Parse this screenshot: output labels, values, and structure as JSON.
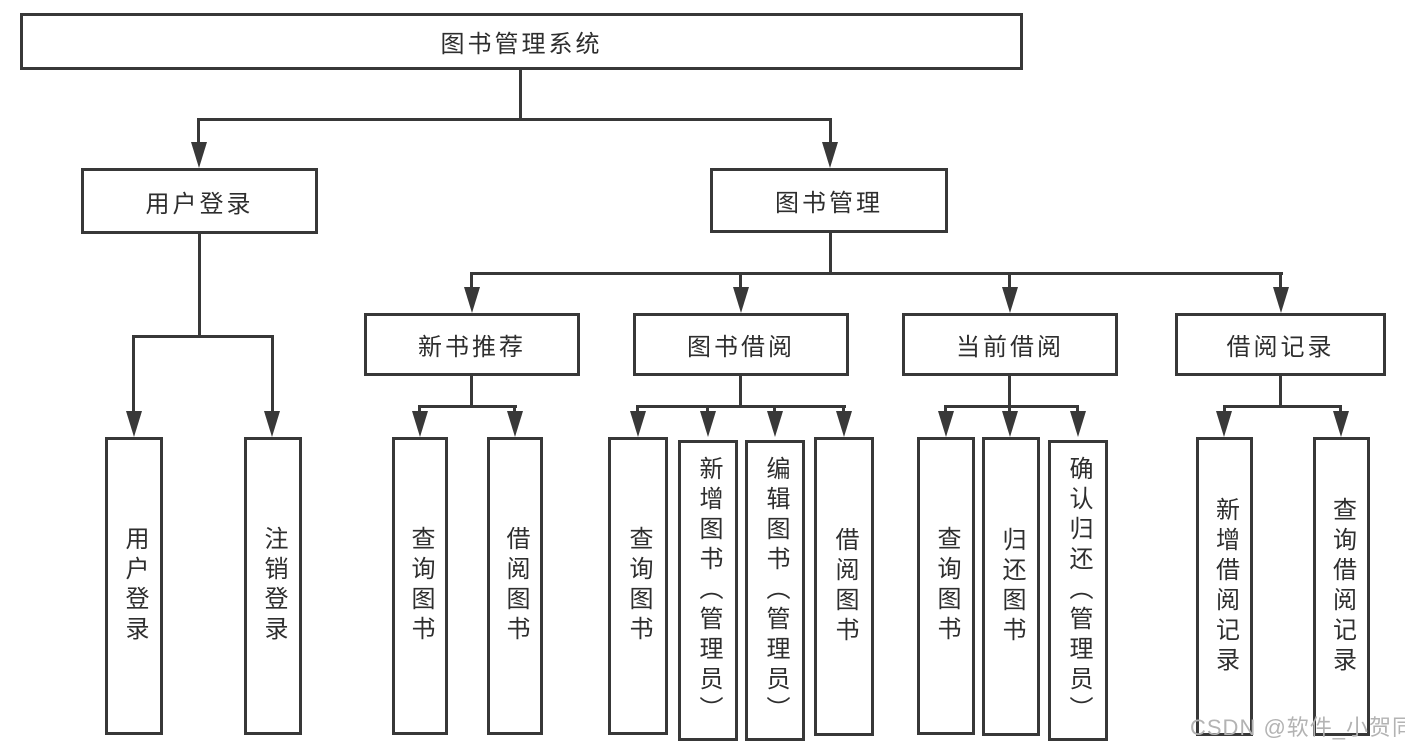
{
  "diagram": {
    "title": "图书管理系统",
    "branches": [
      {
        "label": "用户登录",
        "children": [
          {
            "label": "用户登录"
          },
          {
            "label": "注销登录"
          }
        ]
      },
      {
        "label": "图书管理",
        "groups": [
          {
            "label": "新书推荐",
            "children": [
              {
                "label": "查询图书"
              },
              {
                "label": "借阅图书"
              }
            ]
          },
          {
            "label": "图书借阅",
            "children": [
              {
                "label": "查询图书"
              },
              {
                "label": "新增图书（管理员）"
              },
              {
                "label": "编辑图书（管理员）"
              },
              {
                "label": "借阅图书"
              }
            ]
          },
          {
            "label": "当前借阅",
            "children": [
              {
                "label": "查询图书"
              },
              {
                "label": "归还图书"
              },
              {
                "label": "确认归还（管理员）"
              }
            ]
          },
          {
            "label": "借阅记录",
            "children": [
              {
                "label": "新增借阅记录"
              },
              {
                "label": "查询借阅记录"
              }
            ]
          }
        ]
      }
    ]
  },
  "watermark": {
    "text": "CSDN @软件_小贺同学"
  },
  "colors": {
    "line": "#383838",
    "text": "#2e2e2e",
    "watermark": "#b3b3b3",
    "background": "#ffffff"
  }
}
